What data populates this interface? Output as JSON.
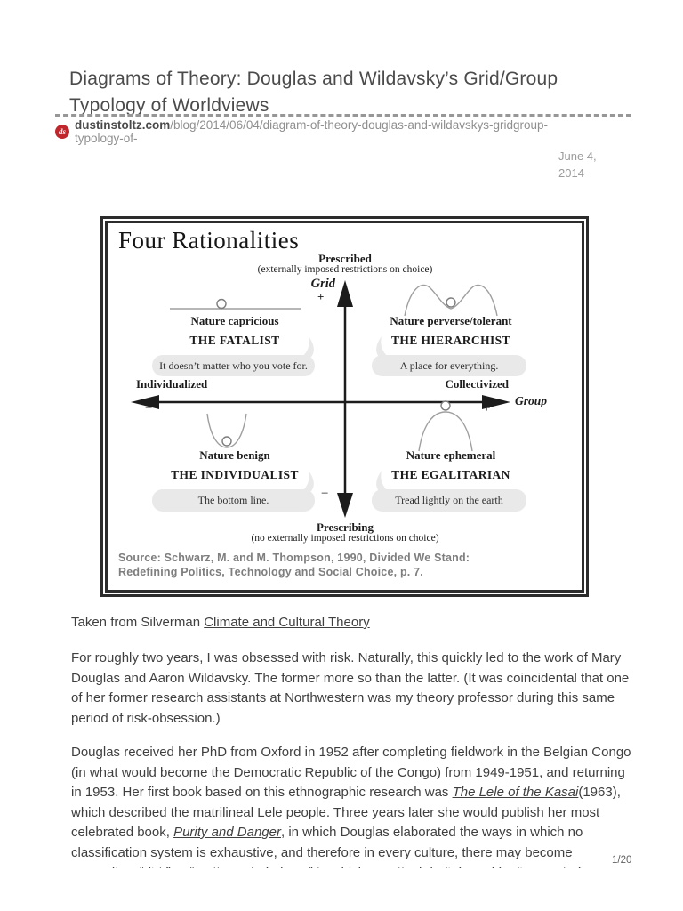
{
  "colors": {
    "favicon_red": "#c0262c",
    "bubble_gray": "#e9e9e9",
    "frame_dark": "#2c2c2c"
  },
  "header": {
    "title_lines": [
      "Diagrams of Theory: Douglas and Wildavsky’s Grid/Group",
      "Typology of Worldviews"
    ],
    "source_url": {
      "icon": "ds-monogram-icon",
      "monogram": "ds",
      "domain": "dustinstoltz.com",
      "path": "/blog/2014/06/04/diagram-of-theory-douglas-and-wildavskys-gridgroup-typology-of-"
    },
    "date_lines": [
      "June 4,",
      "2014"
    ]
  },
  "diagram": {
    "title": "Four Rationalities",
    "axis": {
      "top_label": "Prescribed",
      "top_sublabel": "(externally imposed restrictions on choice)",
      "bottom_label": "Prescribing",
      "bottom_sublabel": "(no externally imposed restrictions on choice)",
      "vertical_name": "Grid",
      "vertical_plus": "+",
      "vertical_minus": "−",
      "horizontal_name": "Group",
      "horizontal_plus": "+",
      "horizontal_minus": "−",
      "left_label": "Individualized",
      "right_label": "Collectivized"
    },
    "quadrants": [
      {
        "id": "fatalist",
        "nature": "Nature capricious",
        "name": "THE FATALIST",
        "quote": "It doesn’t matter who you vote for.",
        "myth_icon": "ball-on-flat-line-icon"
      },
      {
        "id": "hierarchist",
        "nature": "Nature perverse/tolerant",
        "name": "THE HIERARCHIST",
        "quote": "A place for everything.",
        "myth_icon": "ball-in-double-valley-icon"
      },
      {
        "id": "individualist",
        "nature": "Nature benign",
        "name": "THE INDIVIDUALIST",
        "quote": "The bottom line.",
        "myth_icon": "ball-in-basin-icon"
      },
      {
        "id": "egalitarian",
        "nature": "Nature ephemeral",
        "name": "THE EGALITARIAN",
        "quote": "Tread lightly on the earth",
        "myth_icon": "ball-on-hill-icon"
      }
    ],
    "source_lines": [
      "Source: Schwarz, M. and M. Thompson, 1990, Divided We Stand:",
      "Redefining Politics, Technology and Social Choice, p. 7."
    ]
  },
  "article": {
    "caption_segments": [
      {
        "text": "Taken from Silverman "
      },
      {
        "text": "Climate and Cultural Theory",
        "style": "link"
      }
    ],
    "paragraph1": "For roughly two years, I was obsessed with risk. Naturally, this quickly led to the work of Mary Douglas and Aaron Wildavsky. The former more so than the latter. (It was coincidental that one of her former research assistants at Northwestern was my theory professor during this same period of risk-obsession.)",
    "paragraph2_segments": [
      {
        "text": "Douglas received her PhD from Oxford in 1952 after completing fieldwork in the Belgian Congo (in what would become the Democratic Republic of the Congo) from 1949-1951, and returning in 1953. Her first book based on this ethnographic research was "
      },
      {
        "text": "The Lele of the Kasai",
        "style": "link-italic"
      },
      {
        "text": "(1963), which described the matrilineal Lele people. Three years later she would publish her most celebrated book, "
      },
      {
        "text": "Purity and Danger",
        "style": "link-italic"
      },
      {
        "text": ", in which Douglas elaborated the ways in which no classification system is exhaustive, and therefore in every culture, there may become anomalies, “dirt,” or “matter out of place,” to which we attach beliefs and feelings out of"
      }
    ]
  },
  "footer": {
    "page_indicator": "1/20"
  }
}
